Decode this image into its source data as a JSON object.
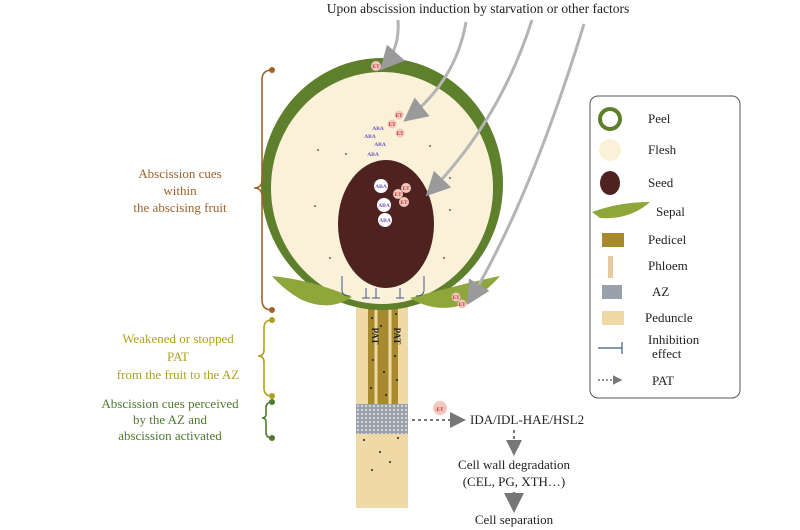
{
  "header": {
    "title": "Upon abscission induction by starvation or other factors"
  },
  "side_labels": {
    "cues_fruit": [
      "Abscission cues",
      "within",
      "the abscising fruit"
    ],
    "weakened_pat": [
      "Weakened or stopped",
      "PAT",
      "from the fruit to the AZ"
    ],
    "az_cues": [
      "Abscission cues perceived",
      "by the AZ and",
      "abscission activated"
    ]
  },
  "colors": {
    "brown_bracket": "#a0622a",
    "olive_bracket": "#b0a020",
    "green_bracket": "#4f7a2e",
    "peel": "#5e7f2c",
    "flesh": "#fbf1d9",
    "seed": "#4e2220",
    "sepal": "#8ea63a",
    "pedicel": "#a88a2e",
    "peduncle": "#efd9a6",
    "az": "#9aa0ab",
    "et_badge": "#f3c7c0",
    "et_text": "#c0392b",
    "aba_text": "#6a55b8"
  },
  "markers": {
    "et": "ET",
    "aba": "ABA",
    "pat": "PAT"
  },
  "flow": {
    "signal": "IDA/IDL-HAE/HSL2",
    "degradation": [
      "Cell wall degradation",
      "(CEL, PG, XTH…)"
    ],
    "separation": "Cell separation"
  },
  "legend": {
    "items": [
      {
        "key": "peel",
        "label": "Peel"
      },
      {
        "key": "flesh",
        "label": "Flesh"
      },
      {
        "key": "seed",
        "label": "Seed"
      },
      {
        "key": "sepal",
        "label": "Sepal"
      },
      {
        "key": "pedicel",
        "label": "Pedicel"
      },
      {
        "key": "phloem",
        "label": "Phloem"
      },
      {
        "key": "az",
        "label": "AZ"
      },
      {
        "key": "peduncle",
        "label": "Peduncle"
      },
      {
        "key": "inhibition",
        "label": [
          "Inhibition",
          "effect"
        ]
      },
      {
        "key": "pat",
        "label": "PAT"
      }
    ]
  }
}
